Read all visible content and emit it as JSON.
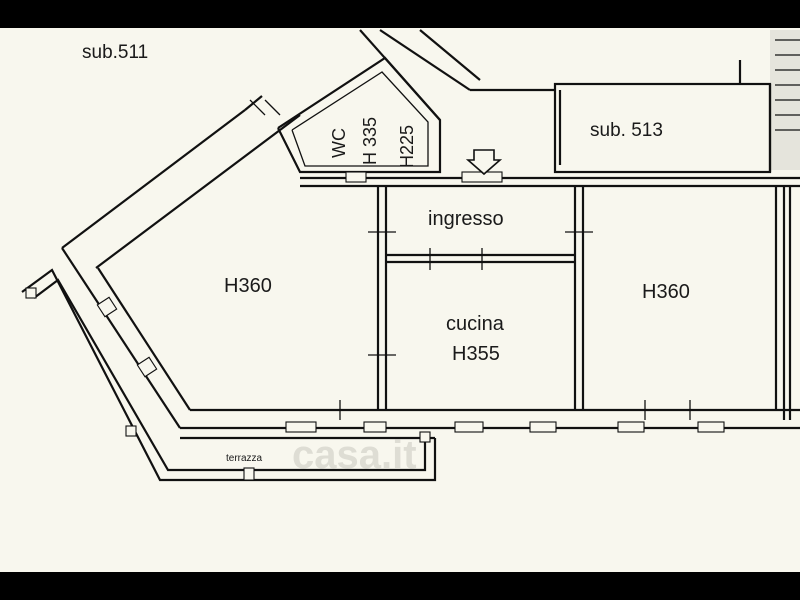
{
  "labels": {
    "sub_511": "sub.511",
    "sub_513": "sub. 513",
    "wc": "WC",
    "wc_h1": "H 335",
    "wc_h2": "H225",
    "ingresso": "ingresso",
    "room_left": "H360",
    "cucina": "cucina",
    "cucina_h": "H355",
    "room_right": "H360",
    "terrazza": "terrazza"
  },
  "watermark": "casa.it"
}
